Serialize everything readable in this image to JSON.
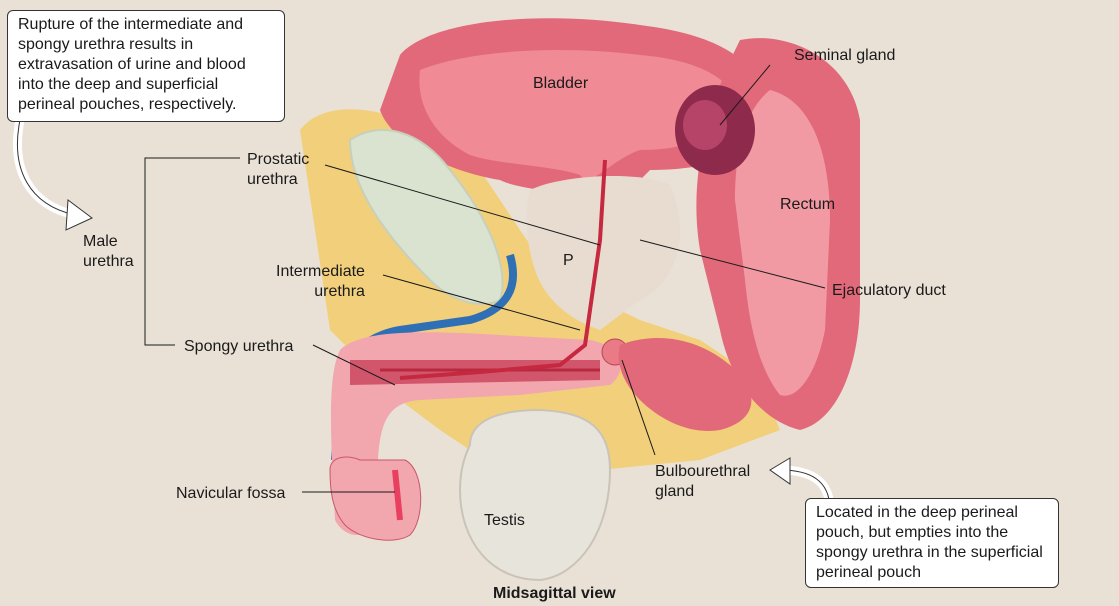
{
  "labels": {
    "bladder": "Bladder",
    "seminal_gland": "Seminal gland",
    "prostatic_urethra": "Prostatic\nurethra",
    "rectum": "Rectum",
    "male_urethra": "Male\nurethra",
    "prostate": "P",
    "ejaculatory_duct": "Ejaculatory duct",
    "intermediate_urethra": "Intermediate\nurethra",
    "spongy_urethra": "Spongy urethra",
    "bulbourethral_gland": "Bulbourethral\ngland",
    "navicular_fossa": "Navicular fossa",
    "testis": "Testis"
  },
  "notes": {
    "rupture": "Rupture of the intermediate and spongy urethra results in extravasation of urine and blood into the deep and superficial perineal pouches, respectively.",
    "bulbourethral": "Located in the deep perineal pouch, but empties into the spongy urethra in the superficial perineal pouch"
  },
  "caption": "Midsagittal view",
  "colors": {
    "background": "#e9e1d6",
    "muscle": "#e2697a",
    "muscle_light": "#f2a7ae",
    "fat": "#f2cf7a",
    "bone": "#d9e3d0",
    "vein": "#2f6fb5",
    "testis": "#e7e4dc",
    "seminal": "#8e2a4c"
  }
}
